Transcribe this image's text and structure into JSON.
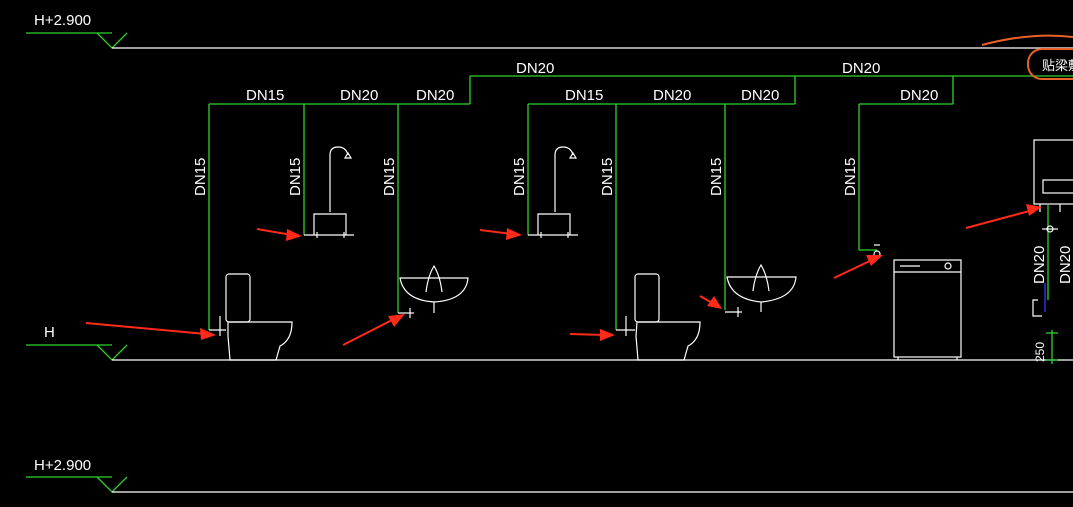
{
  "colors": {
    "background": "#000000",
    "pipe": "#2fd12f",
    "linework": "#ffffff",
    "arrow": "#ff2a1a",
    "annotation": "#e8622a",
    "riser_blue": "#2b3bff"
  },
  "elevation_marks": {
    "top": "H+2.900",
    "floor": "H",
    "bottom": "H+2.900"
  },
  "pipe_labels": {
    "main_left": "DN20",
    "main_right": "DN20",
    "b1_seg1": "DN15",
    "b1_seg2": "DN20",
    "b1_seg3": "DN20",
    "b2_seg1": "DN15",
    "b2_seg2": "DN20",
    "b2_seg3": "DN20",
    "b3_seg1": "DN20",
    "v_toilet_1": "DN15",
    "v_shower_1": "DN15",
    "v_basin_1": "DN15",
    "v_shower_2": "DN15",
    "v_toilet_2": "DN15",
    "v_basin_2": "DN15",
    "v_washer": "DN15",
    "v_right_1": "DN20",
    "v_right_2": "DN20"
  },
  "dimension": "250",
  "annotation_text": "贴梁敷"
}
